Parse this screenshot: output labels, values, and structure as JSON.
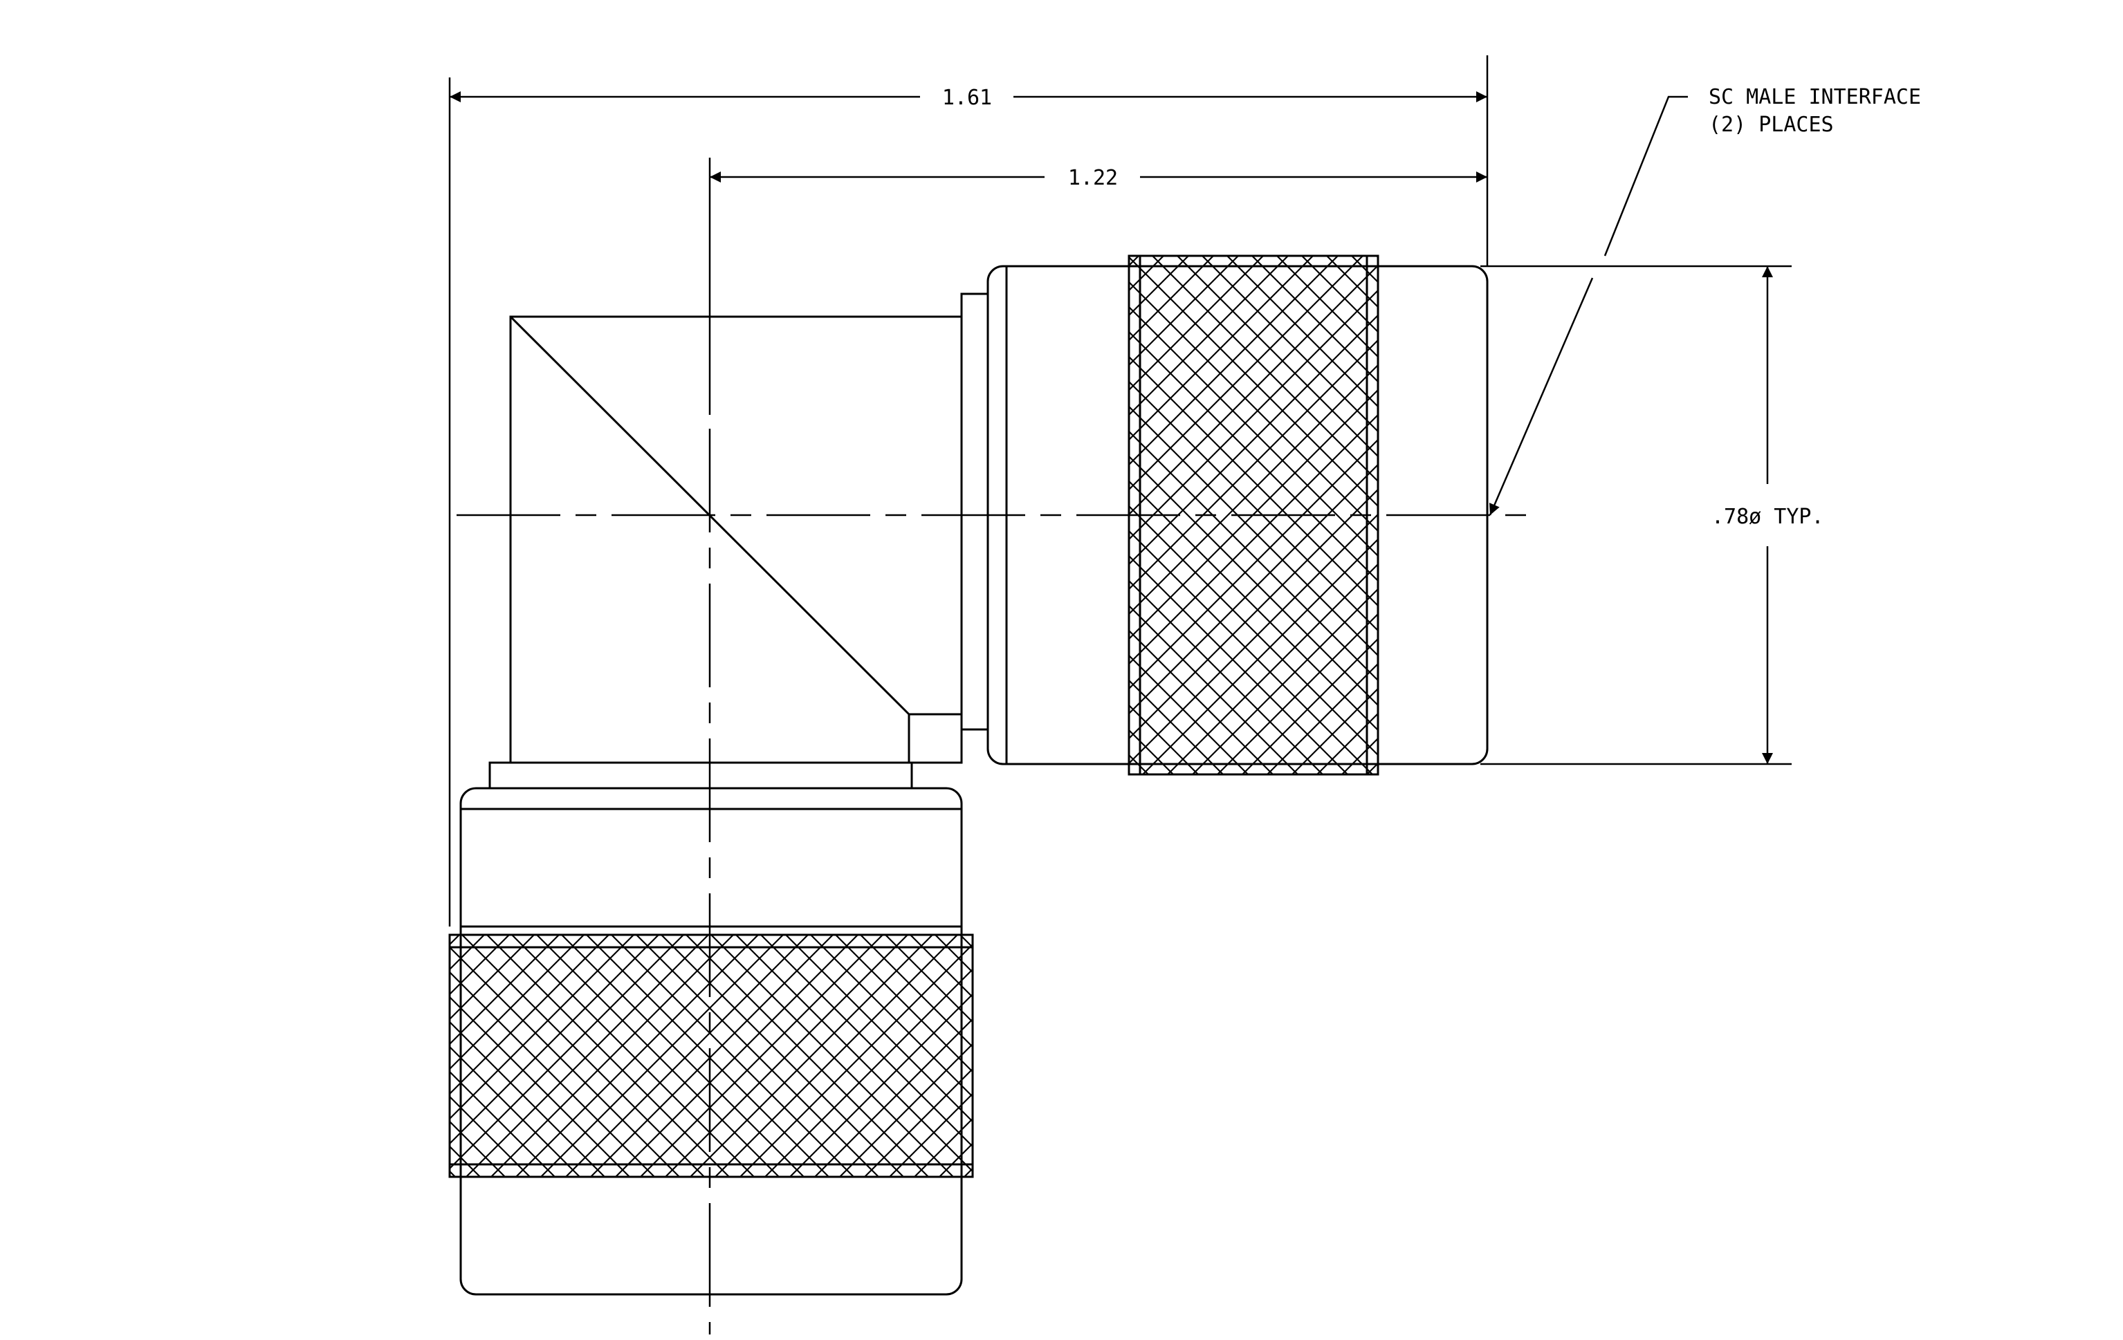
{
  "dimensions": {
    "overall_length": "1.61",
    "center_to_end": "1.22",
    "diameter": ".78ø TYP."
  },
  "callout": {
    "line1": "SC MALE INTERFACE",
    "line2": "(2)  PLACES"
  }
}
